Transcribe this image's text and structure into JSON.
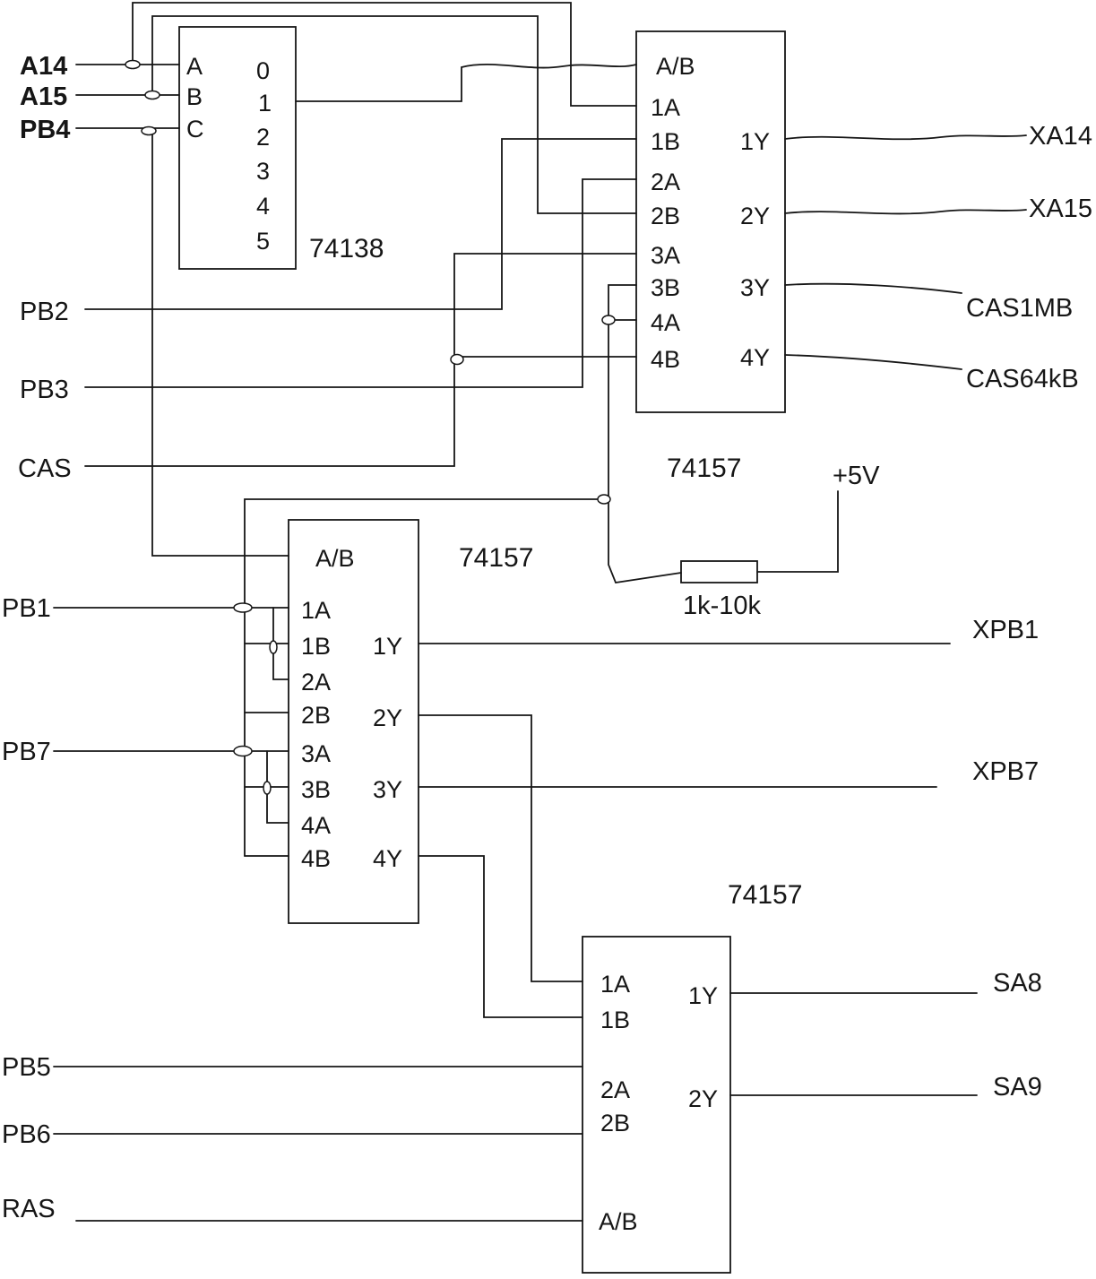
{
  "decoder": {
    "part": "74138",
    "select_inputs": [
      "A",
      "B",
      "C"
    ],
    "outputs": [
      "0",
      "1",
      "2",
      "3",
      "4",
      "5"
    ]
  },
  "mux_top": {
    "part": "74157",
    "select": "A/B",
    "inputs": [
      "1A",
      "1B",
      "2A",
      "2B",
      "3A",
      "3B",
      "4A",
      "4B"
    ],
    "outputs": [
      "1Y",
      "2Y",
      "3Y",
      "4Y"
    ]
  },
  "mux_mid": {
    "part": "74157",
    "select": "A/B",
    "inputs": [
      "1A",
      "1B",
      "2A",
      "2B",
      "3A",
      "3B",
      "4A",
      "4B"
    ],
    "outputs": [
      "1Y",
      "2Y",
      "3Y",
      "4Y"
    ]
  },
  "mux_bottom": {
    "part": "74157",
    "select": "A/B",
    "inputs": [
      "1A",
      "1B",
      "2A",
      "2B"
    ],
    "outputs": [
      "1Y",
      "2Y"
    ]
  },
  "signals": {
    "a14": "A14",
    "a15": "A15",
    "pb4": "PB4",
    "pb2": "PB2",
    "pb3": "PB3",
    "cas": "CAS",
    "pb1": "PB1",
    "pb7": "PB7",
    "pb5": "PB5",
    "pb6": "PB6",
    "ras": "RAS",
    "xa14": "XA14",
    "xa15": "XA15",
    "cas1mb": "CAS1MB",
    "cas64kb": "CAS64kB",
    "xpb1": "XPB1",
    "xpb7": "XPB7",
    "sa8": "SA8",
    "sa9": "SA9"
  },
  "power": {
    "rail": "+5V",
    "resistor_value": "1k-10k"
  }
}
